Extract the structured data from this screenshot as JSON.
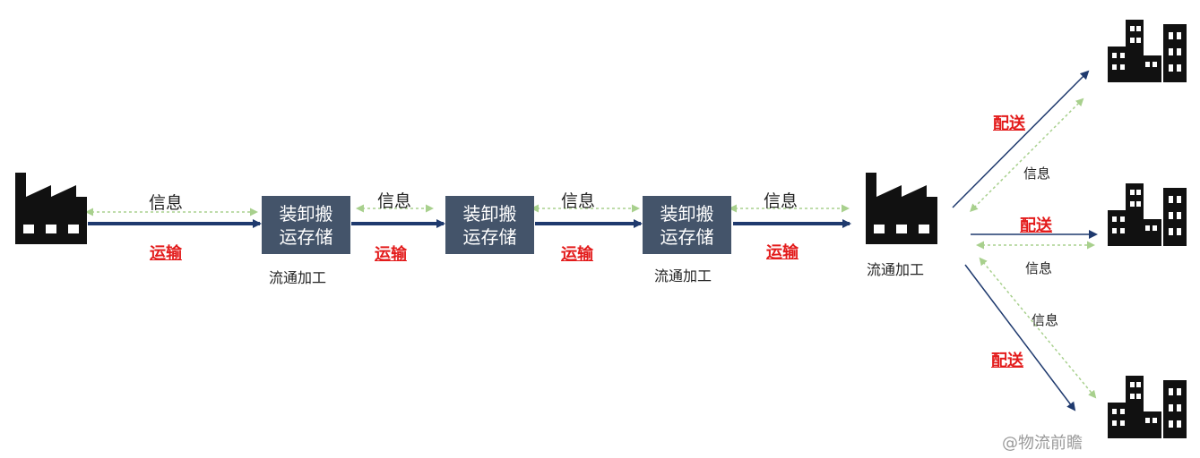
{
  "nodes": {
    "storage_box_label_line1": "装卸搬",
    "storage_box_label_line2": "运存储",
    "processing_label": "流通加工"
  },
  "flows": {
    "info_label": "信息",
    "transport_label": "运输",
    "delivery_label": "配送"
  },
  "watermark": "@物流前瞻",
  "colors": {
    "main_arrow": "#1f3a6e",
    "info_arrow": "#a8d08d",
    "box_fill": "#44546a",
    "transport_text": "#e31b1b",
    "icon": "#111111"
  },
  "icons": {
    "factory": "factory-icon",
    "building": "building-icon"
  }
}
